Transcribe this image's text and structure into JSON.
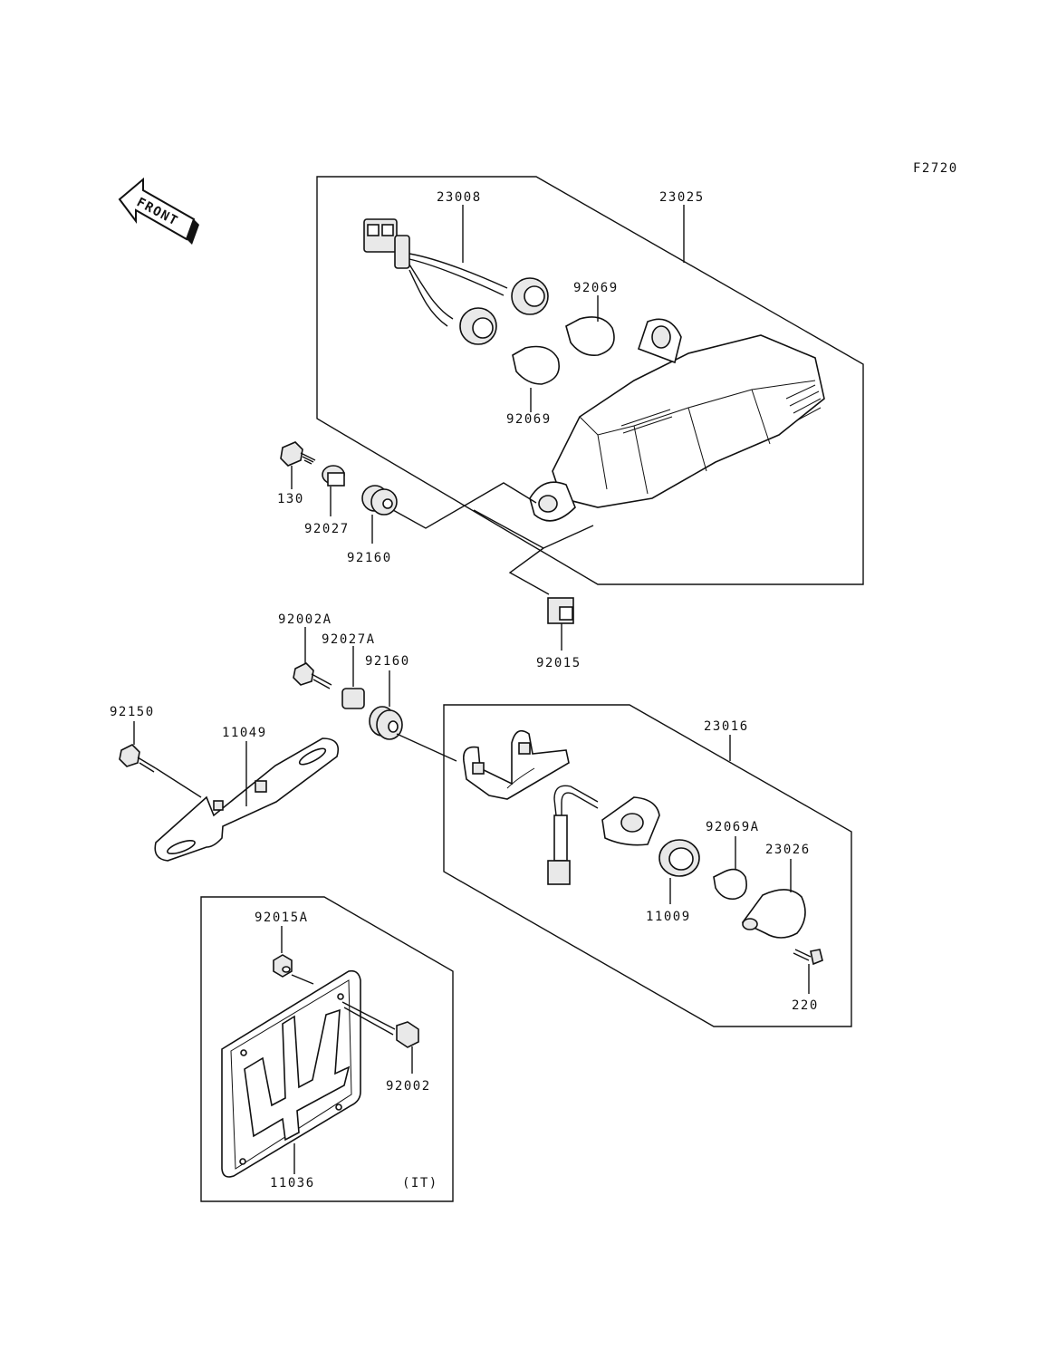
{
  "figure_code": "F2720",
  "front_marker": "FRONT",
  "region_note": "(IT)",
  "callouts": {
    "p23008": "23008",
    "p23025": "23025",
    "p92069_upper": "92069",
    "p92069_lower": "92069",
    "p130": "130",
    "p92027": "92027",
    "p92160_upper": "92160",
    "p92015": "92015",
    "p92002A": "92002A",
    "p92027A": "92027A",
    "p92160_lower": "92160",
    "p23016": "23016",
    "p92150": "92150",
    "p11049": "11049",
    "p92069A": "92069A",
    "p23026": "23026",
    "p11009": "11009",
    "p220": "220",
    "p92015A": "92015A",
    "p92002": "92002",
    "p11036": "11036"
  }
}
